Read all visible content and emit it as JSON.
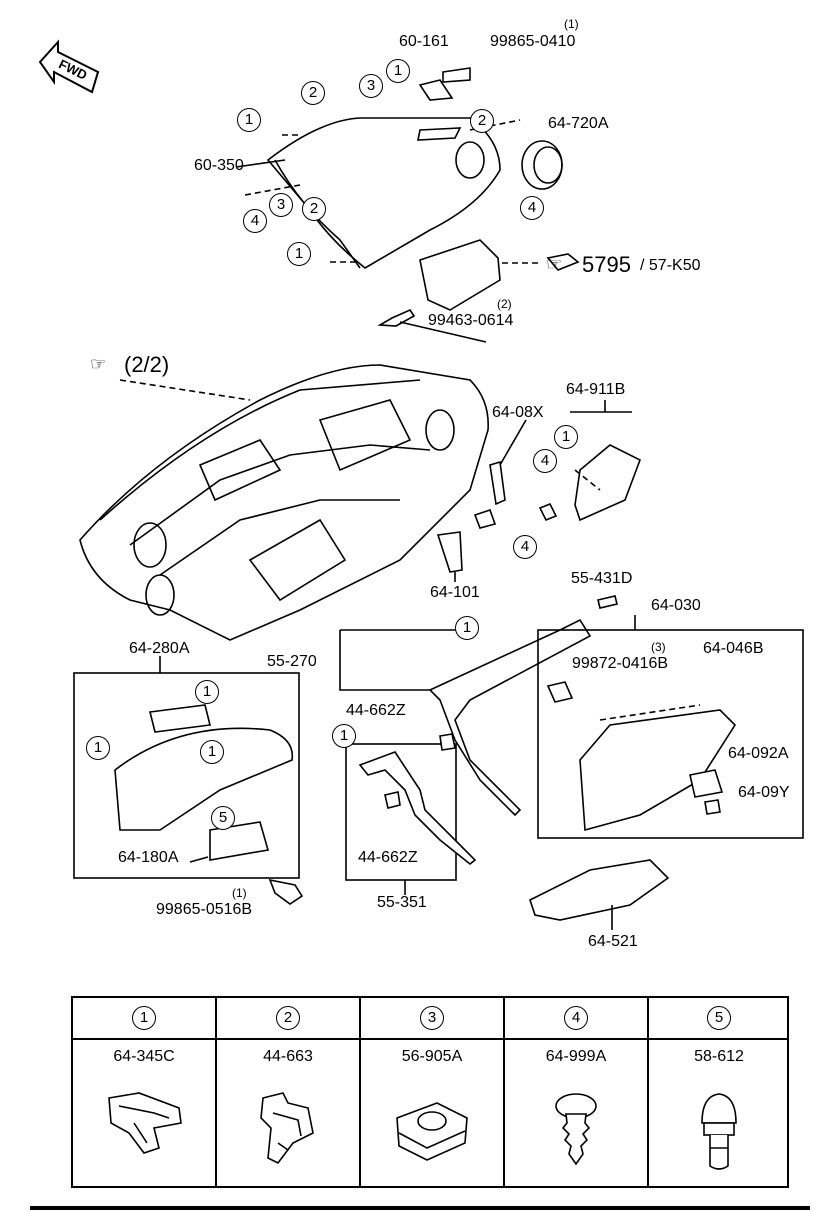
{
  "fwd_label": "FWD",
  "callouts": {
    "p60_161": "60-161",
    "p99865_0410": "99865-0410",
    "q_0410": "(1)",
    "p64_720a": "64-720A",
    "p60_350": "60-350",
    "ref_5795": "5795",
    "ref_57k50": "/ 57-K50",
    "p99463_0614": "99463-0614",
    "q_0614": "(2)",
    "ref_2_2": "(2/2)",
    "p64_08x": "64-08X",
    "p64_911b": "64-911B",
    "p64_101": "64-101",
    "p55_431d": "55-431D",
    "p64_030": "64-030",
    "p64_280a": "64-280A",
    "p55_270": "55-270",
    "q_046b": "(3)",
    "p64_046b": "64-046B",
    "p99872_0416b": "99872-0416B",
    "p44_662z_a": "44-662Z",
    "p64_092a": "64-092A",
    "p64_09y": "64-09Y",
    "p64_180a": "64-180A",
    "p44_662z_b": "44-662Z",
    "q_0516b": "(1)",
    "p99865_0516b": "99865-0516B",
    "p55_351": "55-351",
    "p64_521": "64-521"
  },
  "circled": {
    "n1": "1",
    "n2": "2",
    "n3": "3",
    "n4": "4",
    "n5": "5"
  },
  "legend": [
    {
      "num": "1",
      "part": "64-345C",
      "icon": "clip-icon"
    },
    {
      "num": "2",
      "part": "44-663",
      "icon": "bracket-clip-icon"
    },
    {
      "num": "3",
      "part": "56-905A",
      "icon": "speed-nut-icon"
    },
    {
      "num": "4",
      "part": "64-999A",
      "icon": "push-rivet-icon"
    },
    {
      "num": "5",
      "part": "58-612",
      "icon": "rubber-stopper-icon"
    }
  ]
}
